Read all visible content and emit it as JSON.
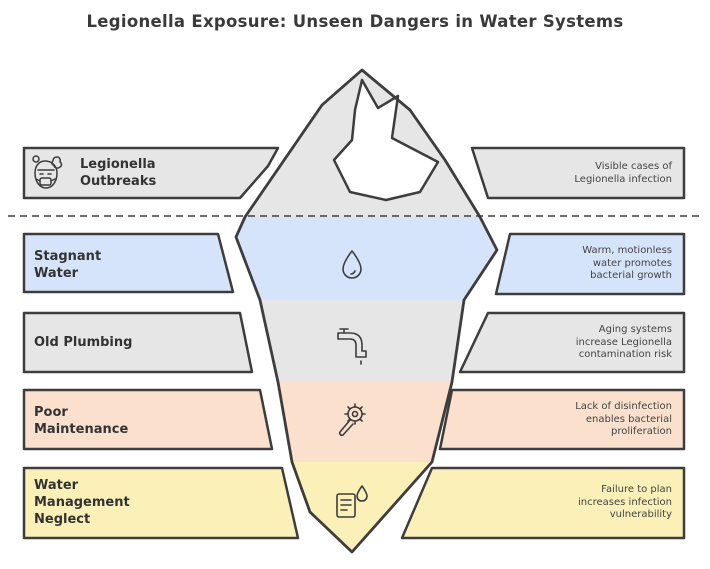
{
  "title": "Legionella Exposure: Unseen Dangers in Water Systems",
  "layers": [
    {
      "id": "outbreaks",
      "label_lines": [
        "Legionella",
        "Outbreaks"
      ],
      "desc_lines": [
        "Visible cases of",
        "Legionella infection"
      ],
      "color": "#e6e6e6",
      "icon": "sick-person-icon"
    },
    {
      "id": "stagnant",
      "label_lines": [
        "Stagnant",
        "Water"
      ],
      "desc_lines": [
        "Warm, motionless",
        "water promotes",
        "bacterial growth"
      ],
      "color": "#d6e4fb",
      "icon": "water-drop-icon"
    },
    {
      "id": "plumbing",
      "label_lines": [
        "Old Plumbing"
      ],
      "desc_lines": [
        "Aging systems",
        "increase Legionella",
        "contamination risk"
      ],
      "color": "#e6e6e6",
      "icon": "pipe-faucet-icon"
    },
    {
      "id": "maintenance",
      "label_lines": [
        "Poor",
        "Maintenance"
      ],
      "desc_lines": [
        "Lack of disinfection",
        "enables bacterial",
        "proliferation"
      ],
      "color": "#fbe1cd",
      "icon": "wrench-gear-icon"
    },
    {
      "id": "management",
      "label_lines": [
        "Water",
        "Management",
        "Neglect"
      ],
      "desc_lines": [
        "Failure to plan",
        "increases infection",
        "vulnerability"
      ],
      "color": "#fbf1b8",
      "icon": "document-drop-icon"
    }
  ]
}
